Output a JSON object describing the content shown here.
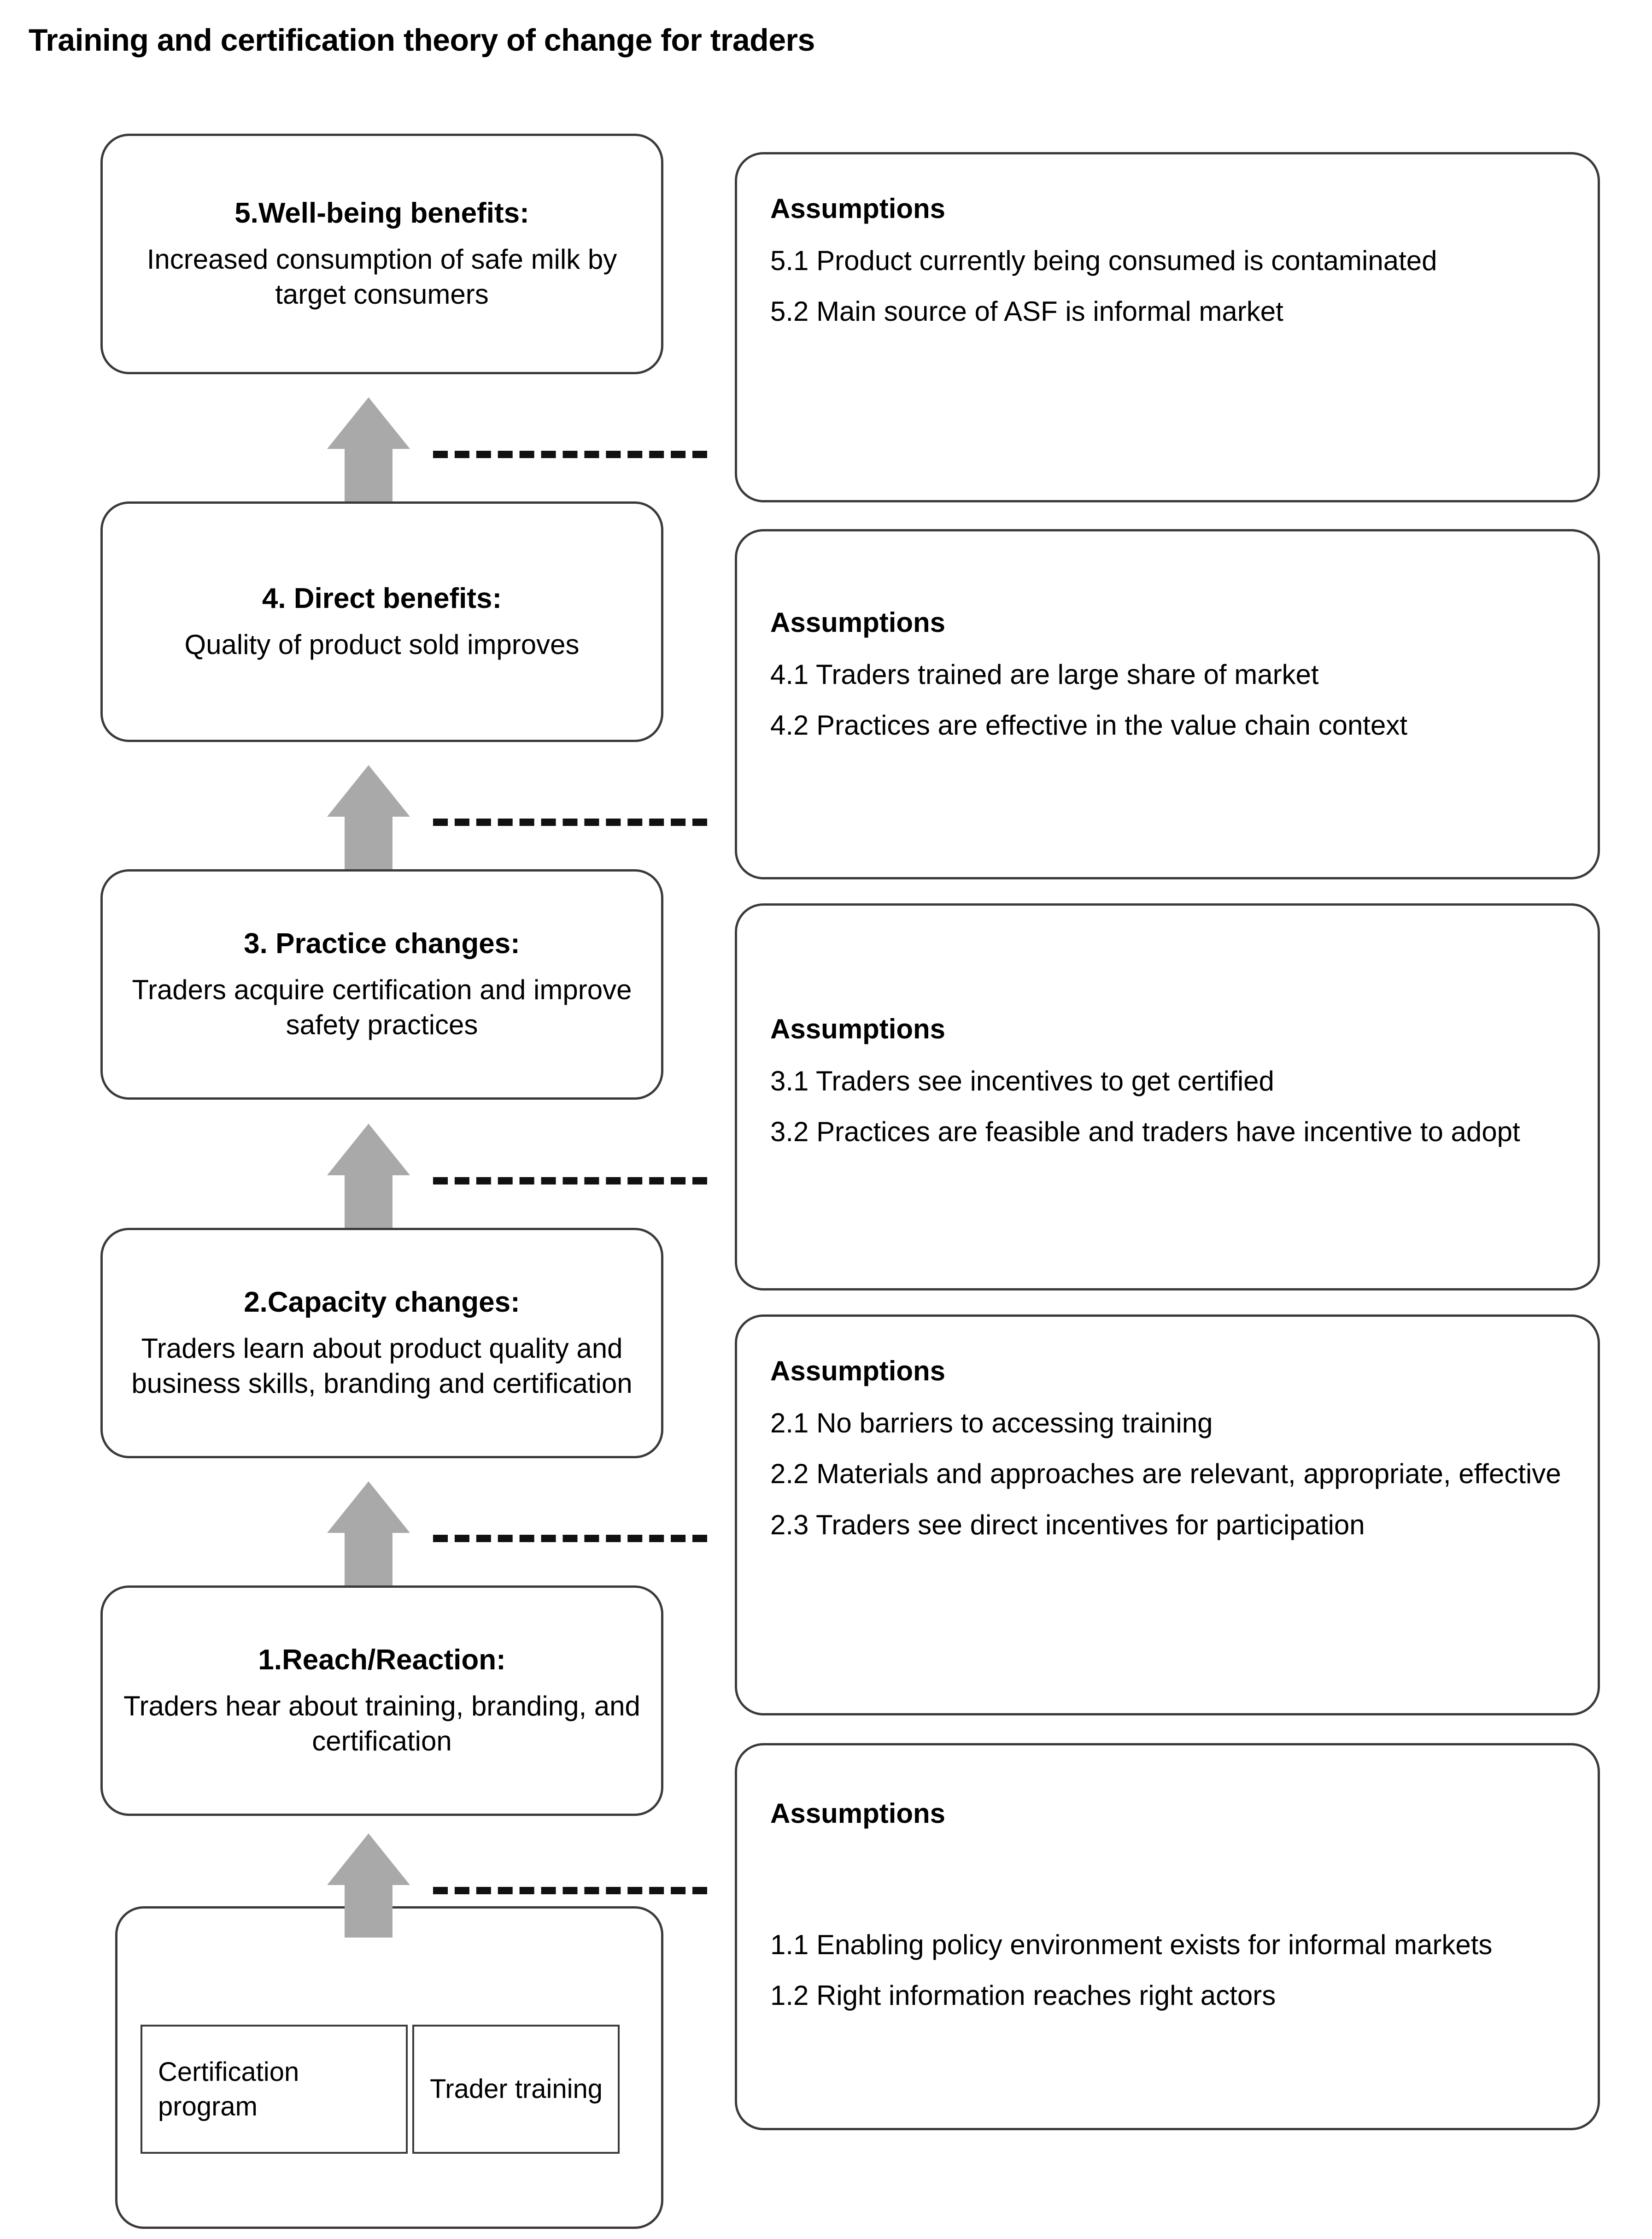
{
  "title": "Training and certification theory of change for traders",
  "outcomes": [
    {
      "id": "well-being-benefits",
      "heading": "5.Well-being benefits:",
      "body": "Increased consumption of safe milk by target consumers"
    },
    {
      "id": "direct-benefits",
      "heading": "4. Direct benefits:",
      "body": "Quality of product sold improves"
    },
    {
      "id": "practice-changes",
      "heading": "3. Practice changes:",
      "body": "Traders acquire certification and improve safety practices"
    },
    {
      "id": "capacity-changes",
      "heading": "2.Capacity changes:",
      "body": "Traders learn about product quality and business skills, branding and certification"
    },
    {
      "id": "reach-reaction",
      "heading": "1.Reach/Reaction:",
      "body": "Traders hear about training, branding, and certification"
    }
  ],
  "assumption_groups": [
    {
      "id": "assumptions-5",
      "title": "Assumptions",
      "items": [
        "5.1 Product currently being consumed is contaminated",
        "5.2 Main source of ASF is informal market"
      ]
    },
    {
      "id": "assumptions-4",
      "title": "Assumptions",
      "items": [
        " 4.1 Traders trained are large share of market",
        "4.2 Practices are effective in the value chain context"
      ]
    },
    {
      "id": "assumptions-3",
      "title": "Assumptions",
      "items": [
        "3.1 Traders see incentives to get certified",
        "3.2 Practices are feasible and traders have incentive to adopt"
      ]
    },
    {
      "id": "assumptions-2",
      "title": "Assumptions",
      "items": [
        "2.1 No barriers to accessing training",
        "2.2 Materials and approaches are relevant, appropriate, effective",
        "2.3 Traders see direct incentives for participation"
      ]
    },
    {
      "id": "assumptions-1",
      "title": "Assumptions",
      "items": [
        "1.1  Enabling policy environment exists for informal markets",
        "1.2 Right information reaches right actors"
      ]
    }
  ],
  "inputs": {
    "cells": [
      {
        "id": "certification-program",
        "label": "Certification program"
      },
      {
        "id": "trader-training",
        "label": "Trader training"
      }
    ]
  },
  "colors": {
    "arrow_gray": "#a9a9a9",
    "box_border": "#3a3a3a",
    "text": "#000000",
    "background": "#ffffff"
  },
  "arrow_count": 5,
  "dashed_connector_count": 5
}
